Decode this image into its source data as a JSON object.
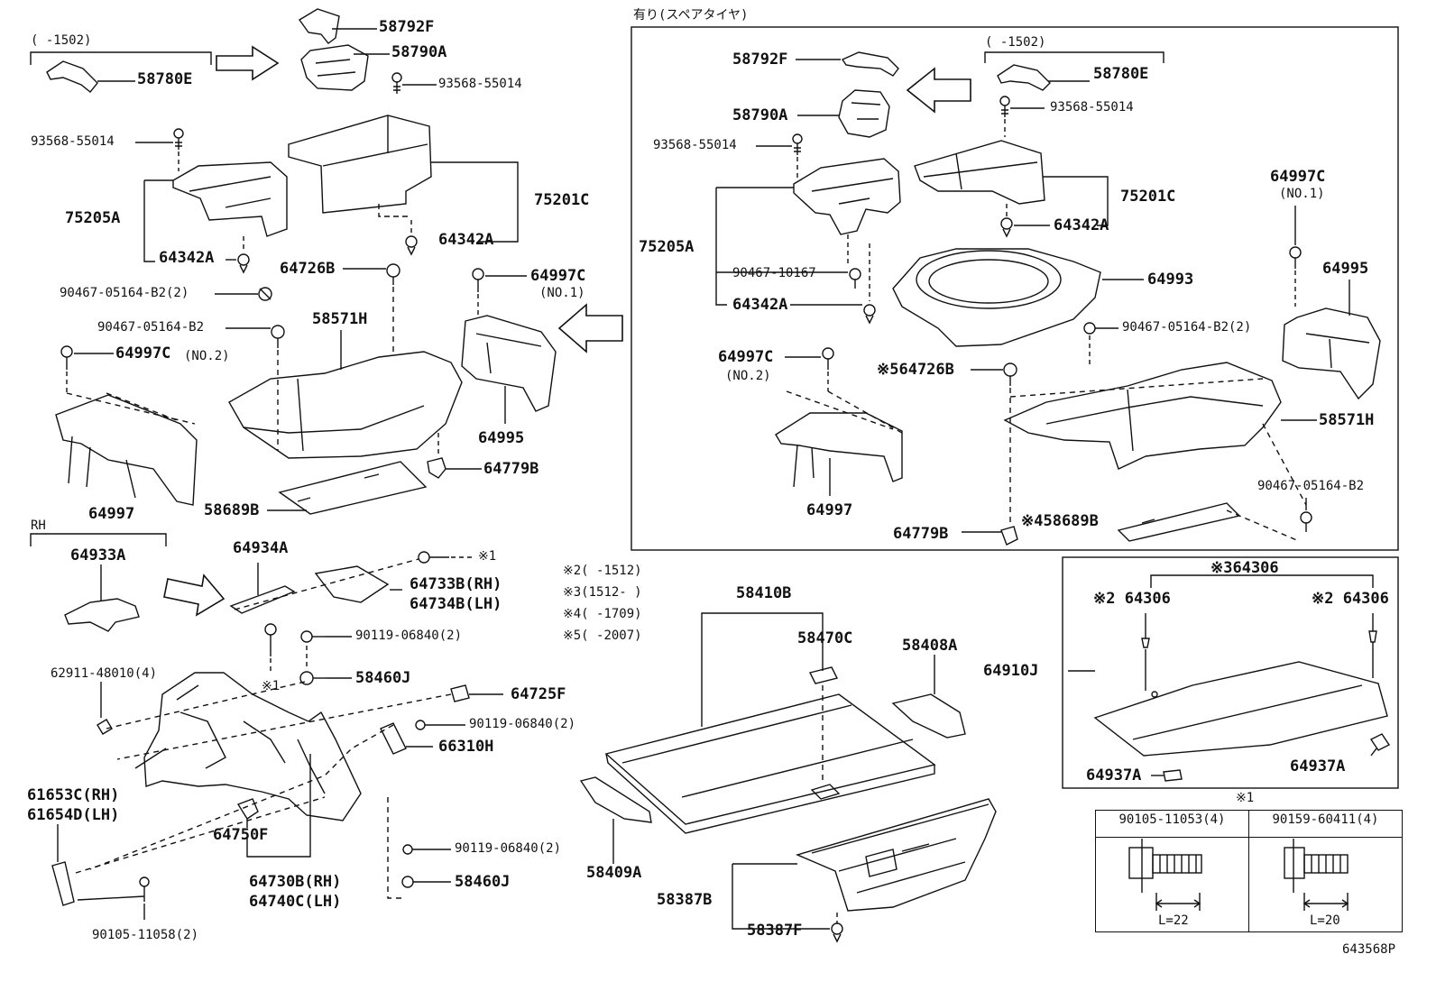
{
  "labels": {
    "note_1502_a": "(    -1502)",
    "p58780E_a": "58780E",
    "p58792F_a": "58792F",
    "p58790A_a": "58790A",
    "p93568_a": "93568-55014",
    "p93568_b": "93568-55014",
    "p75205A_a": "75205A",
    "p75201C_a": "75201C",
    "p64342A_a": "64342A",
    "p64342A_b": "64342A",
    "p64726B_a": "64726B",
    "p64997C_a": "64997C",
    "no1_a": "(NO.1)",
    "p90467_2": "90467-05164-B2(2)",
    "p90467_b": "90467-05164-B2",
    "p58571H_a": "58571H",
    "p64997C_no2": "64997C",
    "no2_a": "(NO.2)",
    "p64995_a": "64995",
    "p64779B_a": "64779B",
    "p64997_a": "64997",
    "p58689B_a": "58689B",
    "rh": "RH",
    "p64933A": "64933A",
    "p64934A": "64934A",
    "mark1": "※1",
    "p64733B": "64733B(RH)",
    "p64734B": "64734B(LH)",
    "p90119_a": "90119-06840(2)",
    "p58460J_a": "58460J",
    "p62911": "62911-48010(4)",
    "mark1b": "※1",
    "p64725F": "64725F",
    "p90119_b": "90119-06840(2)",
    "p66310H": "66310H",
    "p61653C": "61653C(RH)",
    "p61654D": "61654D(LH)",
    "p64750F": "64750F",
    "p64730B": "64730B(RH)",
    "p64740C": "64740C(LH)",
    "p90119_c": "90119-06840(2)",
    "p58460J_b": "58460J",
    "p90105_11058": "90105-11058(2)",
    "note2": "※2(    -1512)",
    "note3": "※3(1512-    )",
    "note4": "※4(    -1709)",
    "note5": "※5(    -2007)",
    "p58410B": "58410B",
    "p58470C": "58470C",
    "p58408A": "58408A",
    "p58409A": "58409A",
    "p58387B": "58387B",
    "p58387F": "58387F",
    "spare_title": "有り(スペアタイヤ)",
    "note_1502_b": "(    -1502)",
    "p58792F_b": "58792F",
    "p58780E_b": "58780E",
    "p58790A_b": "58790A",
    "p93568_c": "93568-55014",
    "p93568_d": "93568-55014",
    "p75201C_b": "75201C",
    "p64342A_c": "64342A",
    "p75205A_b": "75205A",
    "p90467_10167": "90467-10167",
    "p64342A_d": "64342A",
    "p64993": "64993",
    "p64997C_b": "64997C",
    "no1_b": "(NO.1)",
    "p64995_b": "64995",
    "p90467_2b": "90467-05164-B2(2)",
    "p64997C_c": "64997C",
    "no2_b": "(NO.2)",
    "p64726B_b": "※564726B",
    "p58571H_b": "58571H",
    "p90467_c": "90467-05164-B2",
    "p64997_b": "64997",
    "p64779B_b": "64779B",
    "p58689B_b": "※458689B",
    "p64306_top": "※364306",
    "p64306_l": "※2 64306",
    "p64306_r": "※2 64306",
    "p64910J": "64910J",
    "p64937A_l": "64937A",
    "p64937A_r": "64937A",
    "mark1_table": "※1",
    "bolt_a": "90105-11053(4)",
    "bolt_b": "90159-60411(4)",
    "len_a": "L=22",
    "len_b": "L=20",
    "drawing_no": "643568P"
  },
  "colors": {
    "ink": "#111111",
    "paper": "#ffffff"
  }
}
